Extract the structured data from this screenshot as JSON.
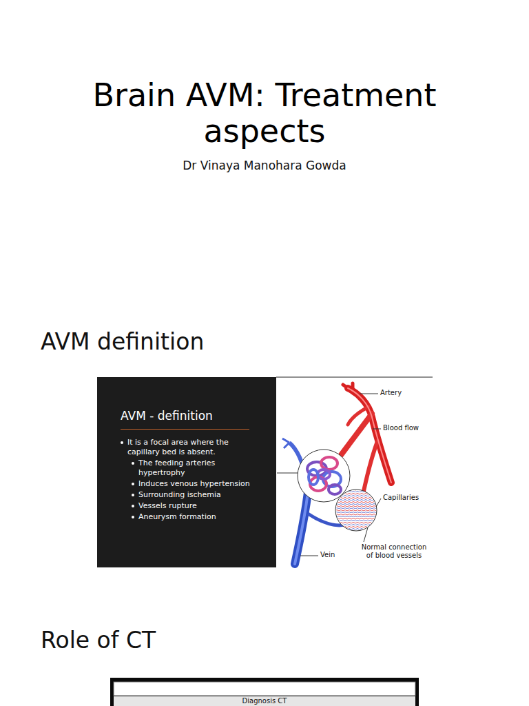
{
  "diagram": {
    "title": "Brain AVM: Treatment aspects",
    "nodes": [
      {
        "text": [
          "AVM - definition",
          "It is a focal area where the capillary bed is absent.",
          "The feeding arteries hypertrophy",
          "Induces venous hypertension",
          "Surrounding ischemia",
          "Vessels rupture",
          "Aneurysm formation"
        ]
      }
    ],
    "labels": [
      "Dr Vinaya Manohara Gowda",
      "AVM definition",
      "Artery",
      "Blood flow",
      "Capillaries",
      "Normal connection of blood vessels",
      "Vein",
      "Role of CT",
      "Diagnosis CT"
    ]
  }
}
